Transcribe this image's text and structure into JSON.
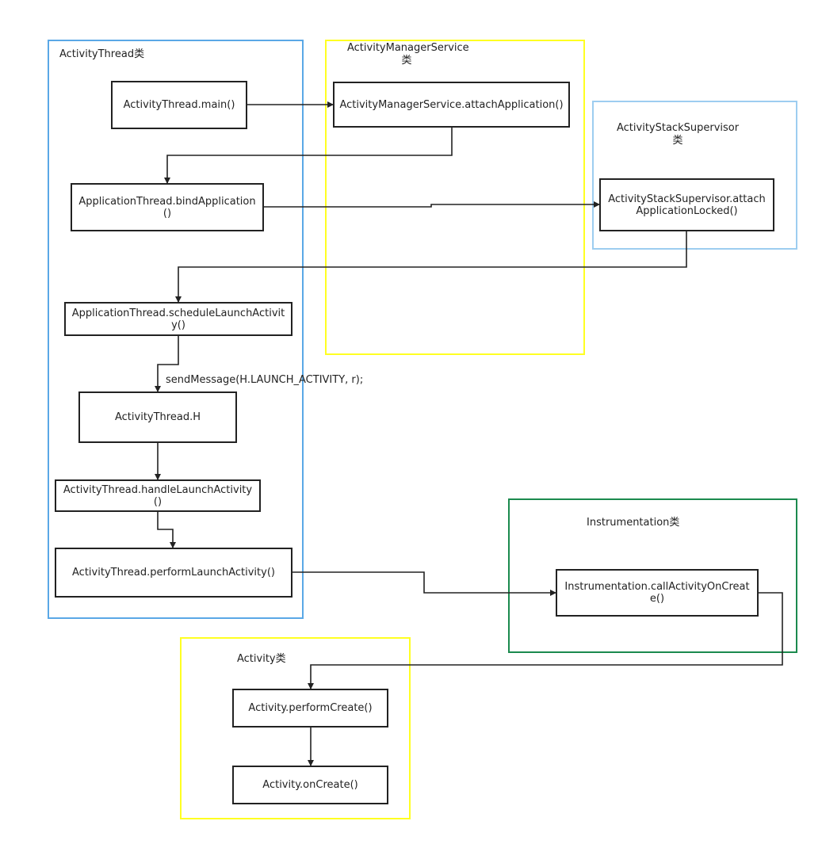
{
  "groups": {
    "activity_thread": {
      "label": "ActivityThread类",
      "color": "#5aa8e6"
    },
    "ams": {
      "label": "ActivityManagerService\n类",
      "color": "#ffff22"
    },
    "stack_supervisor": {
      "label": "ActivityStackSupervisor\n类",
      "color": "#9dcdf0"
    },
    "instrumentation": {
      "label": "Instrumentation类",
      "color": "#1b8a4e"
    },
    "activity": {
      "label": "Activity类",
      "color": "#ffff22"
    }
  },
  "nodes": {
    "main": "ActivityThread.main()",
    "attach_application": "ActivityManagerService.attachApplication()",
    "bind_application": "ApplicationThread.bindApplication()",
    "attach_application_locked": "ActivityStackSupervisor.attachApplicationLocked()",
    "schedule_launch_activity": "ApplicationThread.scheduleLaunchActivity()",
    "activity_thread_h": "ActivityThread.H",
    "handle_launch_activity": "ActivityThread.handleLaunchActivity()",
    "perform_launch_activity": "ActivityThread.performLaunchActivity()",
    "call_activity_on_create": "Instrumentation.callActivityOnCreate()",
    "perform_create": "Activity.performCreate()",
    "on_create": "Activity.onCreate()"
  },
  "edges": {
    "send_message_label": "sendMessage(H.LAUNCH_ACTIVITY, r);"
  },
  "colors": {
    "line": "#222222"
  }
}
